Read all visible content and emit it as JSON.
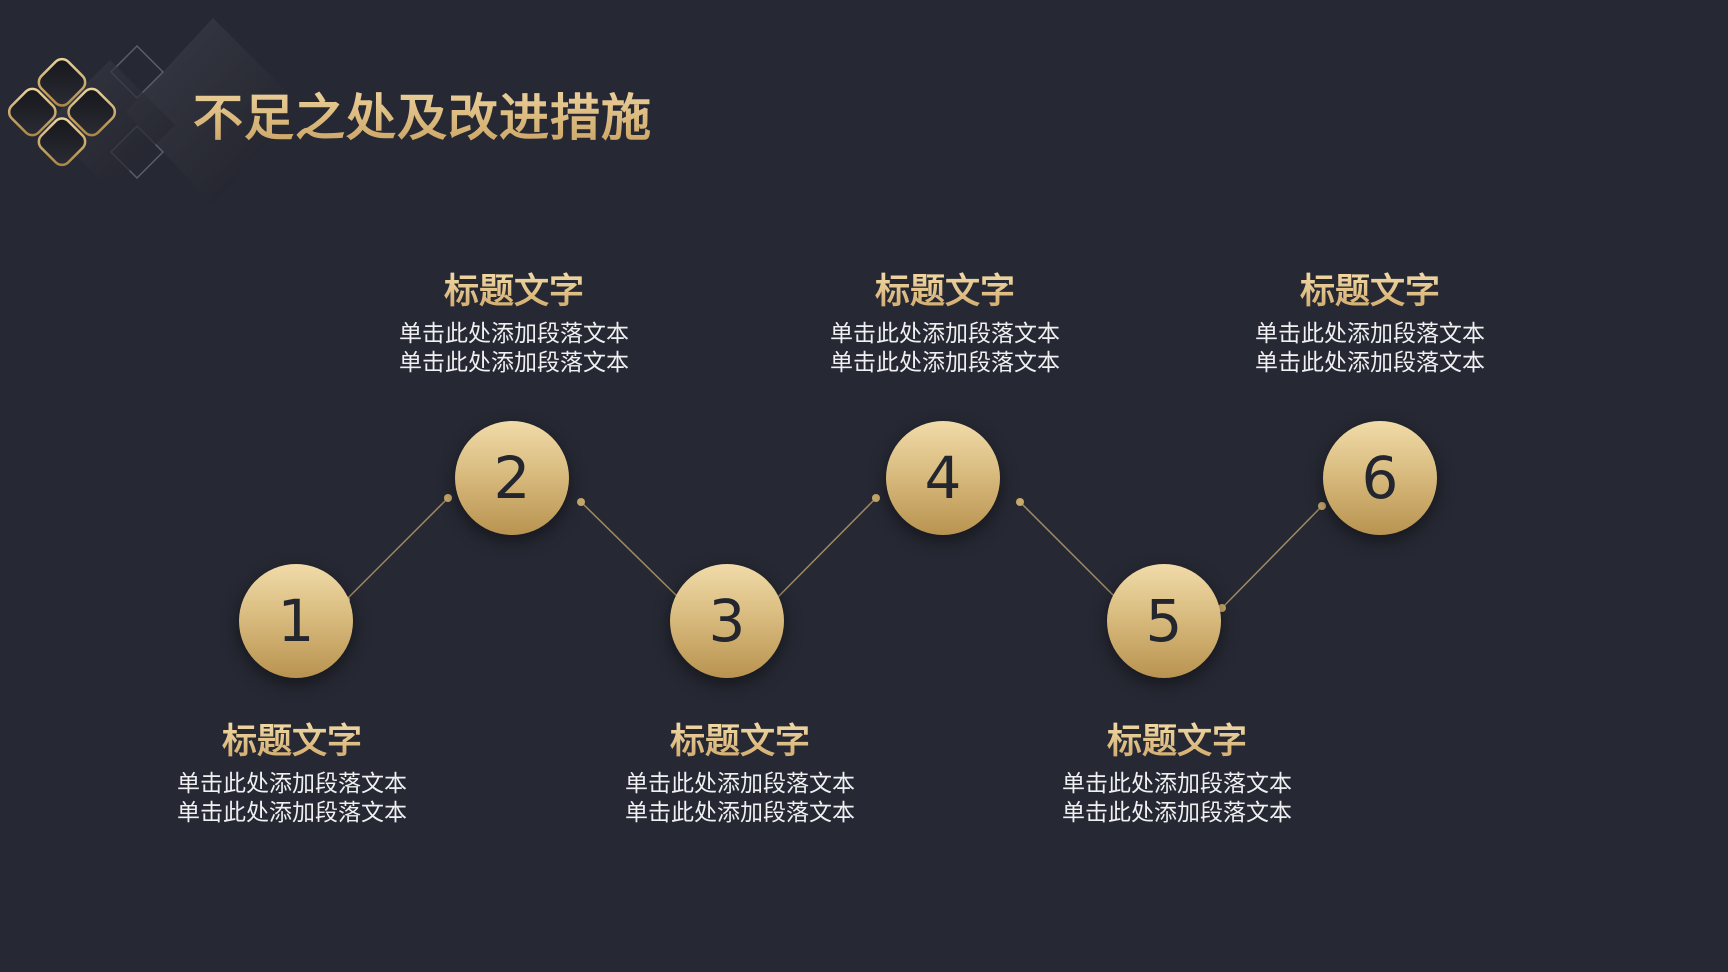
{
  "slide": {
    "title": "不足之处及改进措施"
  },
  "colors": {
    "background": "#262833",
    "gold_light": "#f1dba9",
    "gold_dark": "#b99350",
    "text_light": "#f0f0f2"
  },
  "steps": [
    {
      "number": "1",
      "title": "标题文字",
      "desc_line1": "单击此处添加段落文本",
      "desc_line2": "单击此处添加段落文本"
    },
    {
      "number": "2",
      "title": "标题文字",
      "desc_line1": "单击此处添加段落文本",
      "desc_line2": "单击此处添加段落文本"
    },
    {
      "number": "3",
      "title": "标题文字",
      "desc_line1": "单击此处添加段落文本",
      "desc_line2": "单击此处添加段落文本"
    },
    {
      "number": "4",
      "title": "标题文字",
      "desc_line1": "单击此处添加段落文本",
      "desc_line2": "单击此处添加段落文本"
    },
    {
      "number": "5",
      "title": "标题文字",
      "desc_line1": "单击此处添加段落文本",
      "desc_line2": "单击此处添加段落文本"
    },
    {
      "number": "6",
      "title": "标题文字",
      "desc_line1": "单击此处添加段落文本",
      "desc_line2": "单击此处添加段落文本"
    }
  ]
}
